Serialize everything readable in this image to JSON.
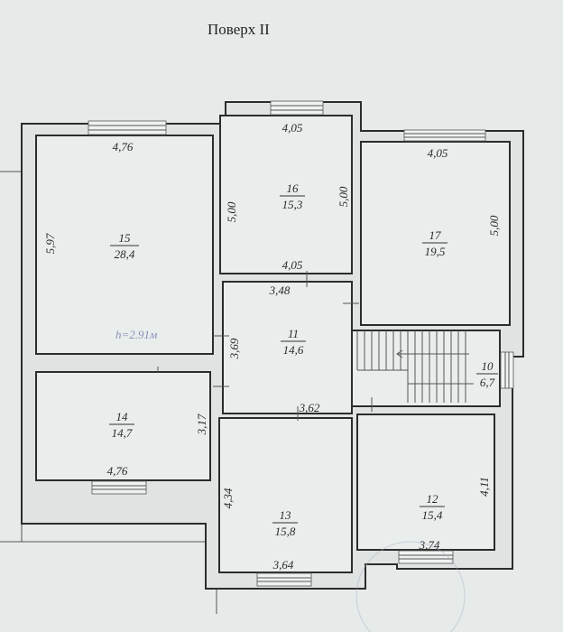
{
  "title": "Поверх II",
  "height_note": "h=2.91м",
  "rooms": [
    {
      "number": "15",
      "area": "28,4"
    },
    {
      "number": "16",
      "area": "15,3"
    },
    {
      "number": "17",
      "area": "19,5"
    },
    {
      "number": "11",
      "area": "14,6"
    },
    {
      "number": "10",
      "area": "6,7"
    },
    {
      "number": "14",
      "area": "14,7"
    },
    {
      "number": "13",
      "area": "15,8"
    },
    {
      "number": "12",
      "area": "15,4"
    }
  ],
  "dimensions": {
    "r15_width": "4,76",
    "r15_length": "5,97",
    "r16_top": "4,05",
    "r16_left": "5,00",
    "r16_right": "5,00",
    "r16_bottom": "4,05",
    "r17_top": "4,05",
    "r17_right": "5,00",
    "r11_top": "3,48",
    "r11_left": "3,69",
    "r11_bottom": "3,62",
    "r14_right": "3,17",
    "r14_bottom": "4,76",
    "r13_left": "4,34",
    "r13_bottom": "3,64",
    "r12_right": "4,11",
    "r12_bottom": "3,74"
  }
}
